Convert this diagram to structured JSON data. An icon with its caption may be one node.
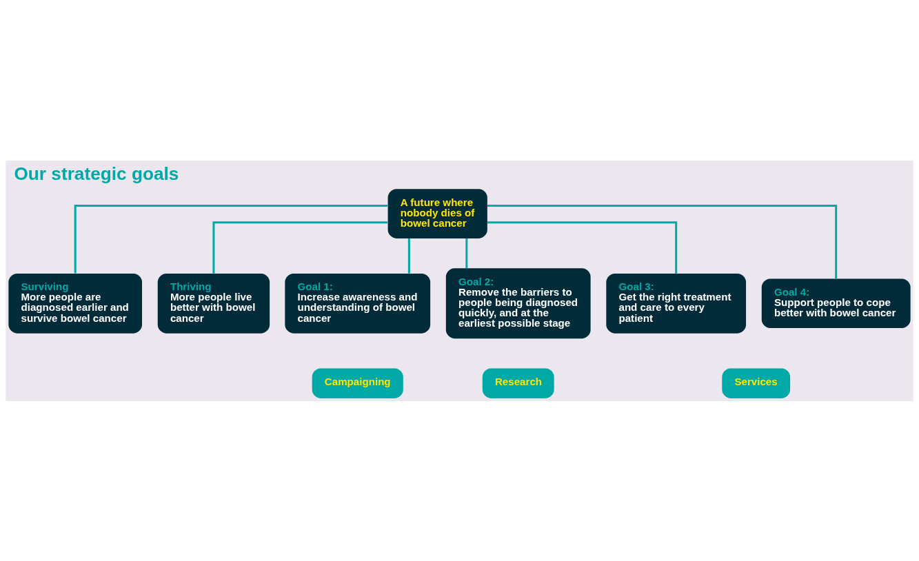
{
  "diagram": {
    "title": "Our strategic goals",
    "nodes": [
      {
        "text": [
          "A future where nobody dies of bowel cancer"
        ]
      },
      {
        "text": [
          "Surviving",
          "More people are diagnosed earlier and survive bowel cancer"
        ]
      },
      {
        "text": [
          "Thriving",
          "More people live better with bowel cancer"
        ]
      },
      {
        "text": [
          "Goal 1:",
          "Increase awareness and understanding of bowel cancer"
        ]
      },
      {
        "text": [
          "Goal 2:",
          "Remove the barriers to people being diagnosed quickly, and at the earliest possible stage"
        ]
      },
      {
        "text": [
          "Goal 3:",
          "Get the right treatment and care to every patient"
        ]
      },
      {
        "text": [
          "Goal 4:",
          "Support people to cope better with bowel cancer"
        ]
      },
      {
        "text": [
          "Campaigning"
        ]
      },
      {
        "text": [
          "Research"
        ]
      },
      {
        "text": [
          "Services"
        ]
      }
    ],
    "edges": [
      {
        "from": 0,
        "to": 1,
        "arrow": "none"
      },
      {
        "from": 0,
        "to": 2,
        "arrow": "none"
      },
      {
        "from": 0,
        "to": 3,
        "arrow": "none"
      },
      {
        "from": 0,
        "to": 4,
        "arrow": "none"
      },
      {
        "from": 0,
        "to": 5,
        "arrow": "none"
      },
      {
        "from": 0,
        "to": 6,
        "arrow": "none"
      }
    ]
  }
}
